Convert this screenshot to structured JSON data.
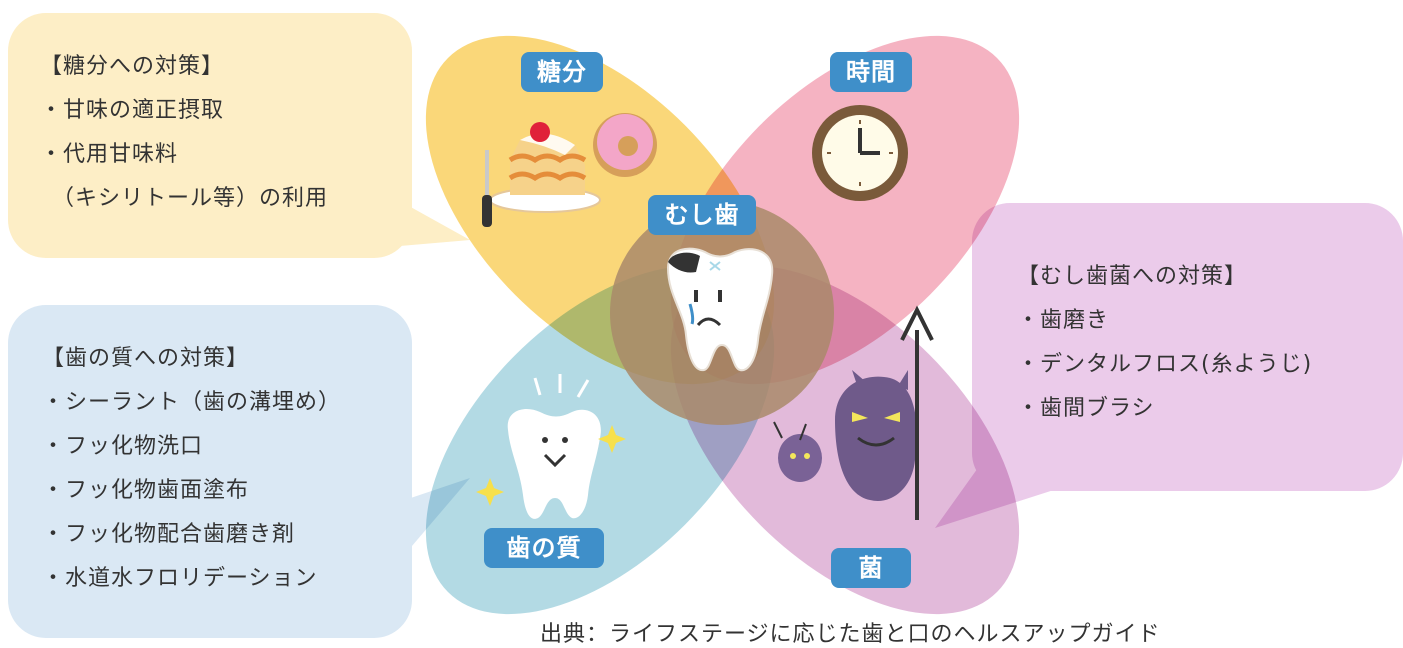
{
  "sugar_box": {
    "title": "【糖分への対策】",
    "lines": [
      "・甘味の適正摂取",
      "・代用甘味料",
      "　（キシリトール等）の利用"
    ]
  },
  "tooth_box": {
    "title": "【歯の質への対策】",
    "lines": [
      "・シーラント（歯の溝埋め）",
      "・フッ化物洗口",
      "・フッ化物歯面塗布",
      "・フッ化物配合歯磨き剤",
      "・水道水フロリデーション"
    ]
  },
  "bacteria_box": {
    "title": "【むし歯菌への対策】",
    "lines": [
      "・歯磨き",
      "・デンタルフロス(糸ようじ)",
      "・歯間ブラシ"
    ]
  },
  "labels": {
    "sugar": "糖分",
    "time": "時間",
    "caries": "むし歯",
    "tooth_quality": "歯の質",
    "germ": "菌"
  },
  "source": "出典：ライフステージに応じた歯と口のヘルスアップガイド",
  "colors": {
    "sugar_petal": "#fad46e",
    "time_petal": "#f3a6b7",
    "tooth_petal": "#a6d3df",
    "germ_petal": "#ddaed3",
    "label_bg": "#3f8fc9",
    "sugar_bubble": "#fdeec6",
    "tooth_bubble": "#dae8f4",
    "bacteria_bubble": "#ebcbea"
  }
}
